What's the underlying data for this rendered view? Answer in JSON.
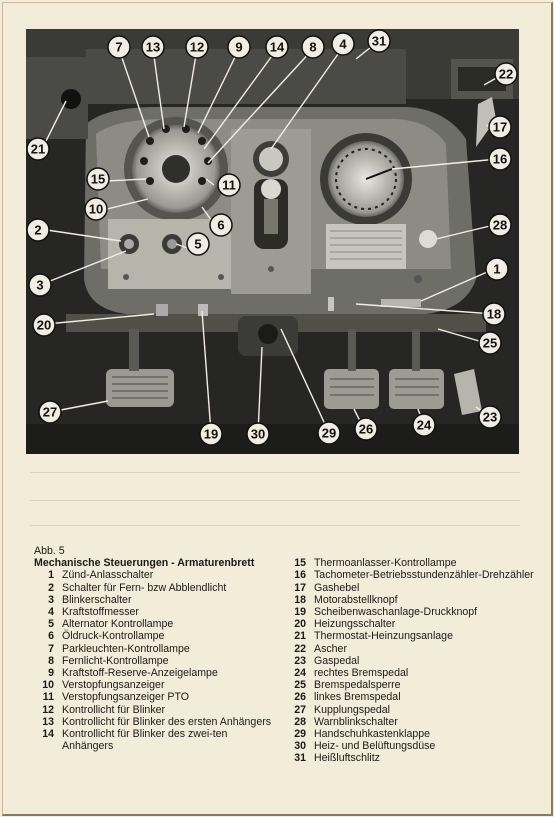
{
  "figure": {
    "label": "Abb. 5",
    "title": "Mechanische Steuerungen - Armaturenbrett"
  },
  "callouts": [
    "7",
    "13",
    "12",
    "9",
    "14",
    "8",
    "4",
    "31",
    "22",
    "17",
    "21",
    "16",
    "15",
    "11",
    "10",
    "6",
    "28",
    "2",
    "5",
    "3",
    "1",
    "20",
    "18",
    "25",
    "27",
    "19",
    "30",
    "29",
    "26",
    "24",
    "23"
  ],
  "legend_left": [
    {
      "n": "1",
      "t": "Zünd-Anlasschalter"
    },
    {
      "n": "2",
      "t": "Schalter für Fern- bzw Abblendlicht"
    },
    {
      "n": "3",
      "t": "Blinkerschalter"
    },
    {
      "n": "4",
      "t": "Kraftstoffmesser"
    },
    {
      "n": "5",
      "t": "Alternator Kontrollampe"
    },
    {
      "n": "6",
      "t": "Öldruck-Kontrollampe"
    },
    {
      "n": "7",
      "t": "Parkleuchten-Kontrollampe"
    },
    {
      "n": "8",
      "t": "Fernlicht-Kontrollampe"
    },
    {
      "n": "9",
      "t": "Kraftstoff-Reserve-Anzeigelampe"
    },
    {
      "n": "10",
      "t": "Verstopfungsanzeiger"
    },
    {
      "n": "11",
      "t": "Verstopfungsanzeiger PTO"
    },
    {
      "n": "12",
      "t": "Kontrollicht für Blinker"
    },
    {
      "n": "13",
      "t": "Kontrollicht für Blinker des ersten Anhängers"
    },
    {
      "n": "14",
      "t": "Kontrollicht für Blinker des zwei-ten Anhängers"
    }
  ],
  "legend_right": [
    {
      "n": "15",
      "t": "Thermoanlasser-Kontrollampe"
    },
    {
      "n": "16",
      "t": "Tachometer-Betriebsstundenzähler-Drehzähler"
    },
    {
      "n": "17",
      "t": "Gashebel"
    },
    {
      "n": "18",
      "t": "Motorabstellknopf"
    },
    {
      "n": "19",
      "t": "Scheibenwaschanlage-Druckknopf"
    },
    {
      "n": "20",
      "t": "Heizungsschalter"
    },
    {
      "n": "21",
      "t": "Thermostat-Heinzungsanlage"
    },
    {
      "n": "22",
      "t": "Ascher"
    },
    {
      "n": "23",
      "t": "Gaspedal"
    },
    {
      "n": "24",
      "t": "rechtes Bremspedal"
    },
    {
      "n": "25",
      "t": "Bremspedalsperre"
    },
    {
      "n": "26",
      "t": "linkes Bremspedal"
    },
    {
      "n": "27",
      "t": "Kupplungspedal"
    },
    {
      "n": "28",
      "t": "Warnblinkschalter"
    },
    {
      "n": "29",
      "t": "Handschuhkastenklappe"
    },
    {
      "n": "30",
      "t": "Heiz- und Belüftungsdüse"
    },
    {
      "n": "31",
      "t": "Heißluftschlitz"
    }
  ]
}
